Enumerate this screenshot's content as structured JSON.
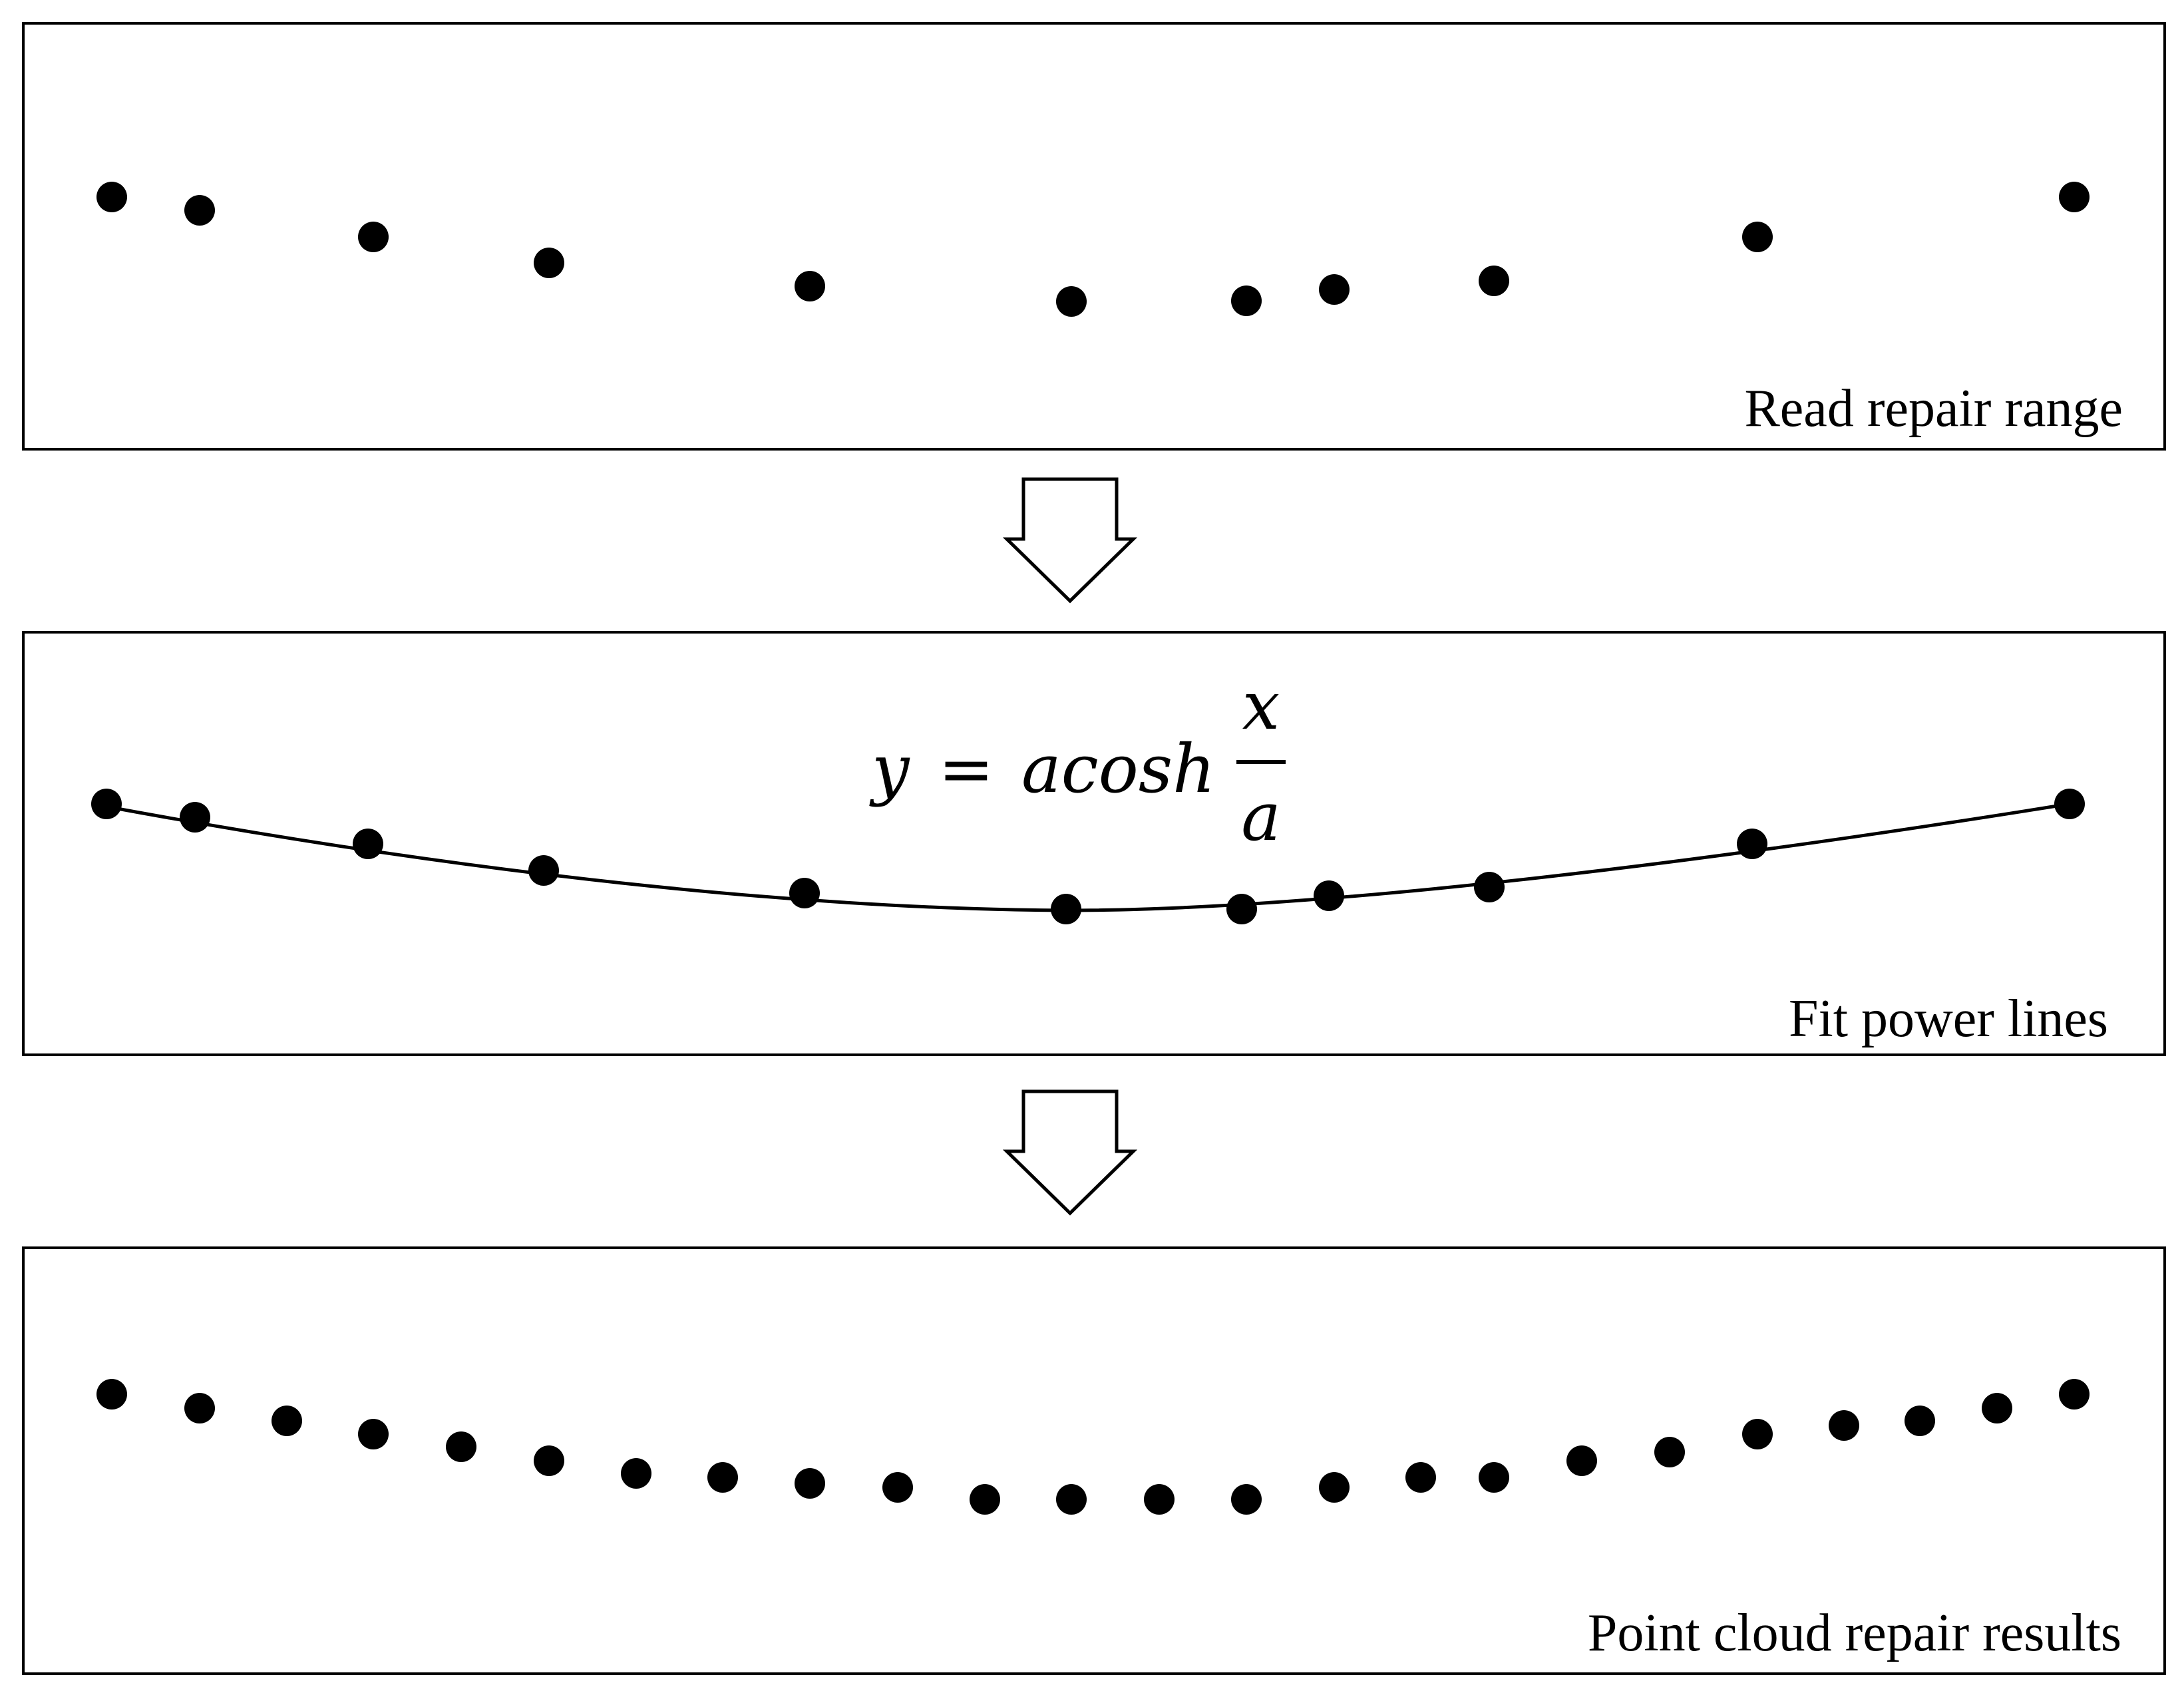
{
  "panels": [
    {
      "label": "Read repair range"
    },
    {
      "label": "Fit power lines",
      "equation": {
        "lhs": "y",
        "eq": "=",
        "func": "acosh",
        "numerator": "x",
        "denominator": "a"
      }
    },
    {
      "label": "Point cloud repair results"
    }
  ],
  "colors": {
    "ink": "#000000",
    "background": "#ffffff"
  },
  "icons": [
    "down-arrow-icon",
    "down-arrow-icon"
  ]
}
